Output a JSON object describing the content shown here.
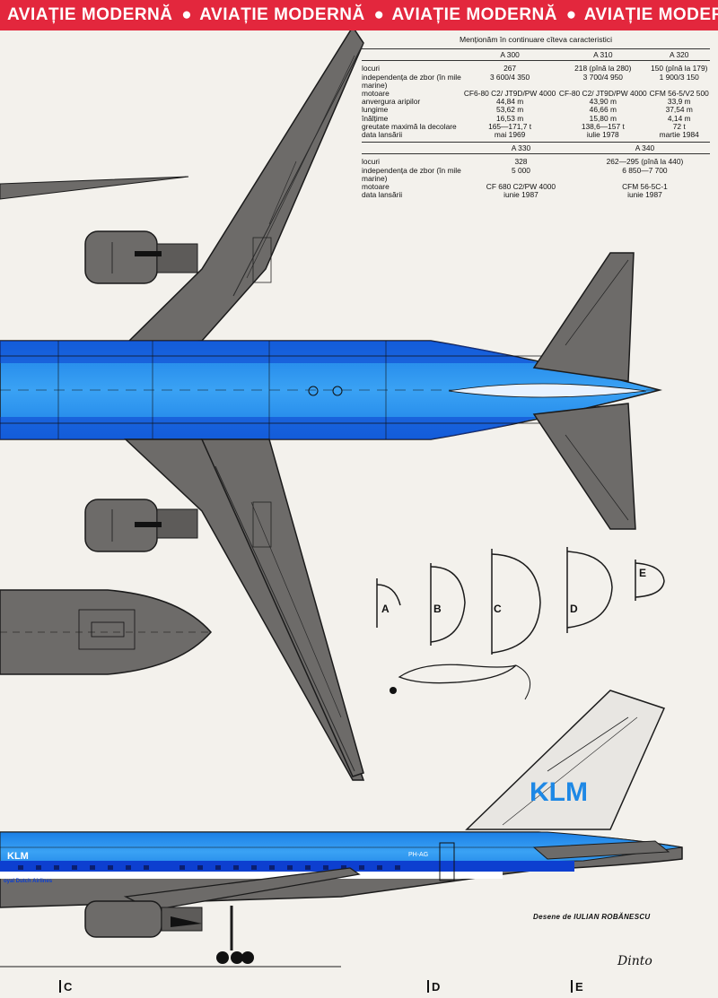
{
  "banner": {
    "items": [
      "AVIAȚIE MODERNĂ",
      "AVIAȚIE MODERNĂ",
      "AVIAȚIE MODERNĂ",
      "AVIAȚIE MODERNĂ"
    ],
    "bullet": "●"
  },
  "specs": {
    "intro": "Menționăm în continuare cîteva caracteristici",
    "table1": {
      "headers": [
        "A 300",
        "A 310",
        "A 320"
      ],
      "rows": [
        {
          "label": "locuri",
          "values": [
            "267",
            "218 (pînă la 280)",
            "150 (pînă la 179)"
          ]
        },
        {
          "label": "independența de zbor (în mile marine)",
          "values": [
            "3 600/4 350",
            "3 700/4 950",
            "1 900/3 150"
          ]
        },
        {
          "label": "motoare",
          "values": [
            "CF6-80 C2/ JT9D/PW 4000",
            "CF-80 C2/ JT9D/PW 4000",
            "CFM 56-5/V2 500"
          ]
        },
        {
          "label": "anvergura aripilor",
          "values": [
            "44,84 m",
            "43,90 m",
            "33,9 m"
          ]
        },
        {
          "label": "lungime",
          "values": [
            "53,62 m",
            "46,66 m",
            "37,54 m"
          ]
        },
        {
          "label": "înălțime",
          "values": [
            "16,53 m",
            "15,80 m",
            "4,14 m"
          ]
        },
        {
          "label": "greutate maximă la decolare",
          "values": [
            "165—171,7 t",
            "138,6—157 t",
            "72 t"
          ]
        },
        {
          "label": "data lansării",
          "values": [
            "mai 1969",
            "iulie 1978",
            "martie 1984"
          ]
        }
      ]
    },
    "table2": {
      "headers": [
        "A 330",
        "A 340"
      ],
      "rows": [
        {
          "label": "locuri",
          "values": [
            "328",
            "262—295 (pînă la 440)"
          ]
        },
        {
          "label": "independența de zbor (în mile marine)",
          "values": [
            "5 000",
            "6 850—7 700"
          ]
        },
        {
          "label": "motoare",
          "values": [
            "CF 680 C2/PW 4000",
            "CFM 56-5C-1"
          ]
        },
        {
          "label": "data lansării",
          "values": [
            "iunie 1987",
            "iunie 1987"
          ]
        }
      ]
    }
  },
  "drawing": {
    "fuselage_livery": "KLM",
    "fuselage_small_text": "oyal Dutch Airlines",
    "fuselage_short": "KLM",
    "registration": "PH-AG",
    "colors": {
      "blue": "#1f8ff0",
      "light_blue": "#52b4f5",
      "dark_blue": "#0d3fd0",
      "wing_grey": "#6d6b69",
      "line": "#1b1b1b",
      "banner_red": "#e3273d"
    }
  },
  "cross_sections": [
    "A",
    "B",
    "C",
    "D",
    "E"
  ],
  "credit": "Desene de IULIAN ROBĂNESCU",
  "signature": "Dinto",
  "section_labels": [
    "C",
    "D",
    "E"
  ]
}
